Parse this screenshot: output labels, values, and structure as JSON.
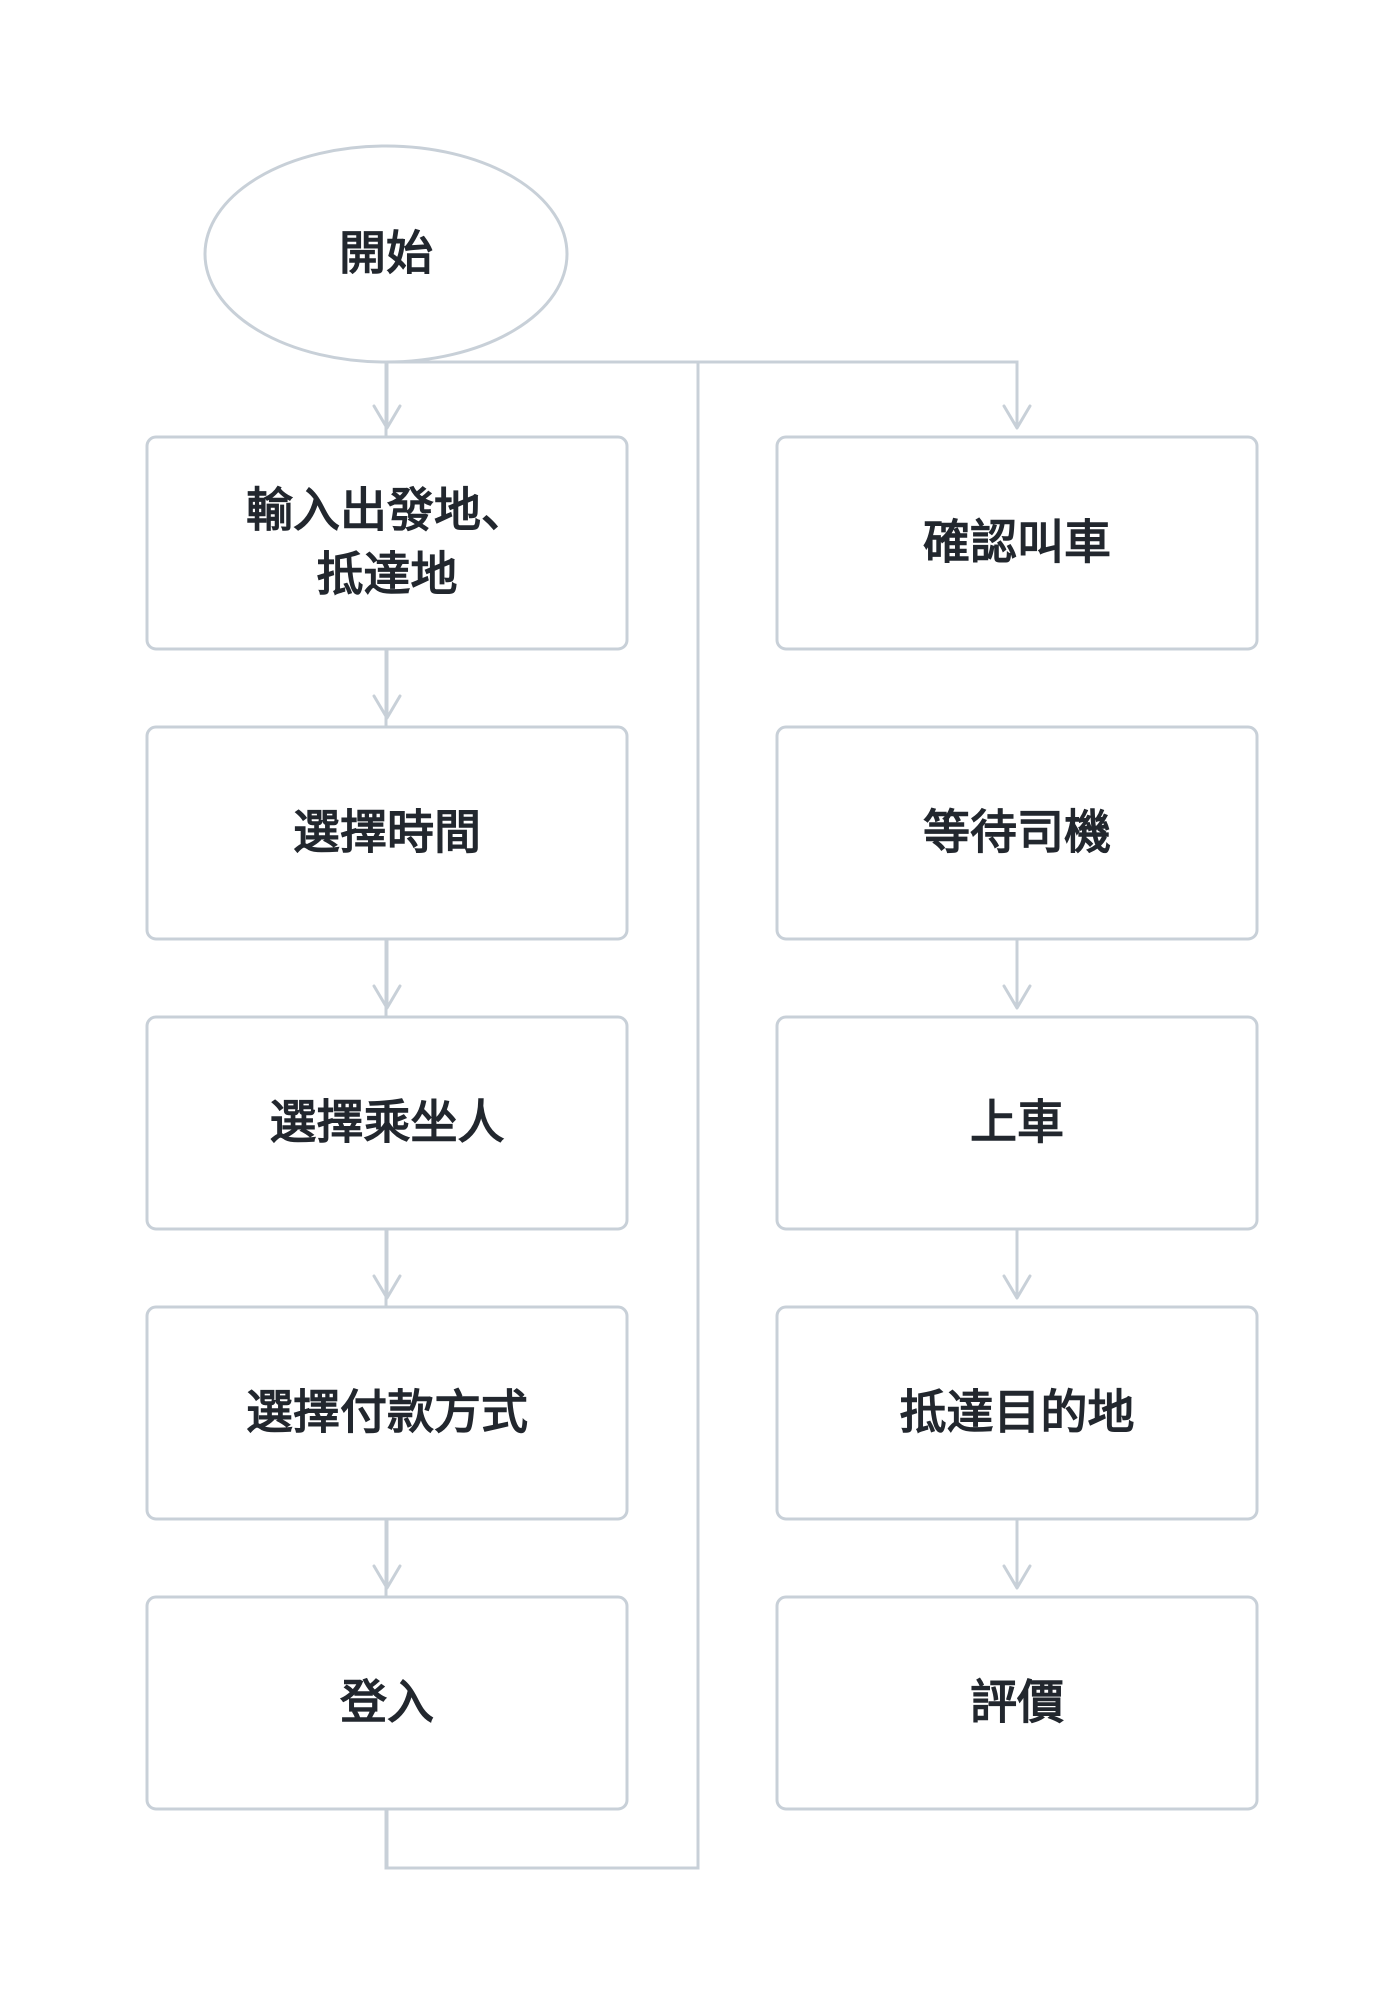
{
  "diagram": {
    "type": "flowchart",
    "colors": {
      "background": "#ffffff",
      "stroke": "#c8d0d8",
      "text": "#22272e"
    },
    "nodes": [
      {
        "id": "start",
        "shape": "ellipse",
        "lines": [
          "開始"
        ]
      },
      {
        "id": "input-locations",
        "shape": "rect",
        "lines": [
          "輸入出發地、",
          "抵達地"
        ]
      },
      {
        "id": "select-time",
        "shape": "rect",
        "lines": [
          "選擇時間"
        ]
      },
      {
        "id": "select-passenger",
        "shape": "rect",
        "lines": [
          "選擇乘坐人"
        ]
      },
      {
        "id": "select-payment",
        "shape": "rect",
        "lines": [
          "選擇付款方式"
        ]
      },
      {
        "id": "login",
        "shape": "rect",
        "lines": [
          "登入"
        ]
      },
      {
        "id": "confirm-ride",
        "shape": "rect",
        "lines": [
          "確認叫車"
        ]
      },
      {
        "id": "wait-driver",
        "shape": "rect",
        "lines": [
          "等待司機"
        ]
      },
      {
        "id": "board",
        "shape": "rect",
        "lines": [
          "上車"
        ]
      },
      {
        "id": "arrive",
        "shape": "rect",
        "lines": [
          "抵達目的地"
        ]
      },
      {
        "id": "rate",
        "shape": "rect",
        "lines": [
          "評價"
        ]
      }
    ],
    "edges": [
      {
        "from": "start",
        "to": "input-locations"
      },
      {
        "from": "input-locations",
        "to": "select-time"
      },
      {
        "from": "select-time",
        "to": "select-passenger"
      },
      {
        "from": "select-passenger",
        "to": "select-payment"
      },
      {
        "from": "select-payment",
        "to": "login"
      },
      {
        "from": "login",
        "to": "confirm-ride"
      },
      {
        "from": "wait-driver",
        "to": "board"
      },
      {
        "from": "board",
        "to": "arrive"
      },
      {
        "from": "arrive",
        "to": "rate"
      }
    ]
  }
}
